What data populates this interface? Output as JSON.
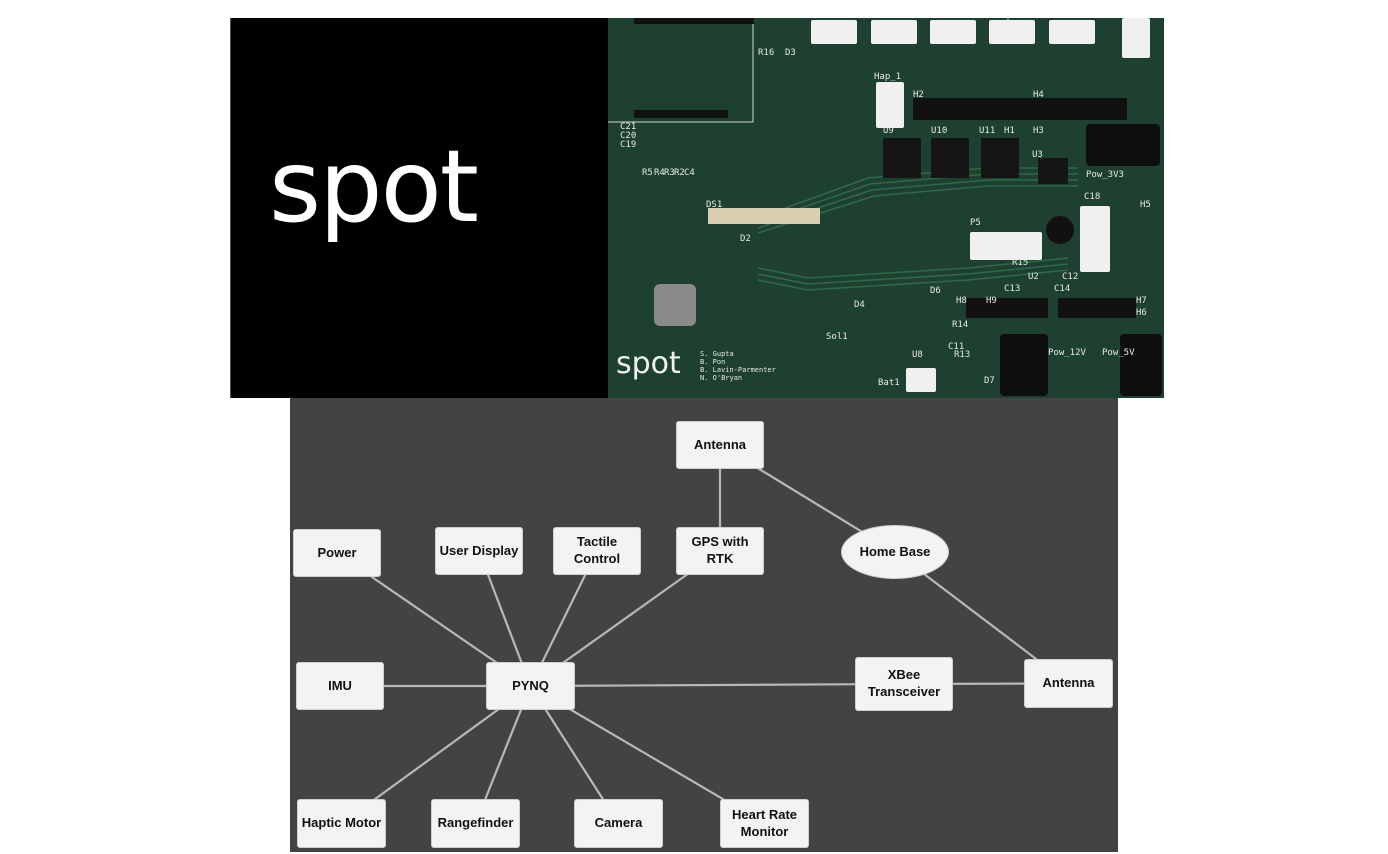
{
  "logo": {
    "text": "spot"
  },
  "pcb": {
    "logo_text": "spot",
    "credits": [
      "S. Gupta",
      "B. Pon",
      "B. Lavin-Parmenter",
      "N. O'Bryan"
    ],
    "labels": [
      "R16",
      "D3",
      "Hap_1",
      "H2",
      "H4",
      "U9",
      "U10",
      "U11",
      "H1",
      "H3",
      "U3",
      "Pow_3V3",
      "C18",
      "H5",
      "DS1",
      "D2",
      "P5",
      "R15",
      "U2",
      "C12",
      "C13",
      "C14",
      "H8",
      "H9",
      "H7",
      "H6",
      "D4",
      "D6",
      "Sol1",
      "R14",
      "R13",
      "C11",
      "U8",
      "Bat1",
      "D7",
      "Pow_12V",
      "Pow_5V",
      "C21",
      "C20",
      "C19",
      "R5",
      "R4",
      "R3",
      "R2",
      "C4"
    ]
  },
  "diagram": {
    "nodes": [
      {
        "id": "antenna_top",
        "label": "Antenna"
      },
      {
        "id": "power",
        "label": "Power"
      },
      {
        "id": "user_display",
        "label": "User Display"
      },
      {
        "id": "tactile",
        "label": "Tactile Control"
      },
      {
        "id": "gps",
        "label": "GPS with RTK"
      },
      {
        "id": "home_base",
        "label": "Home Base"
      },
      {
        "id": "imu",
        "label": "IMU"
      },
      {
        "id": "pynq",
        "label": "PYNQ"
      },
      {
        "id": "xbee",
        "label": "XBee Transceiver"
      },
      {
        "id": "antenna_right",
        "label": "Antenna"
      },
      {
        "id": "haptic",
        "label": "Haptic Motor"
      },
      {
        "id": "rangefinder",
        "label": "Rangefinder"
      },
      {
        "id": "camera",
        "label": "Camera"
      },
      {
        "id": "heart_rate",
        "label": "Heart Rate Monitor"
      }
    ],
    "edges": [
      [
        "antenna_top",
        "gps"
      ],
      [
        "antenna_top",
        "home_base"
      ],
      [
        "home_base",
        "antenna_right"
      ],
      [
        "power",
        "pynq"
      ],
      [
        "user_display",
        "pynq"
      ],
      [
        "tactile",
        "pynq"
      ],
      [
        "gps",
        "pynq"
      ],
      [
        "imu",
        "pynq"
      ],
      [
        "pynq",
        "xbee"
      ],
      [
        "xbee",
        "antenna_right"
      ],
      [
        "haptic",
        "pynq"
      ],
      [
        "rangefinder",
        "pynq"
      ],
      [
        "camera",
        "pynq"
      ],
      [
        "heart_rate",
        "pynq"
      ]
    ],
    "colors": {
      "background": "#434343",
      "node_fill": "#f3f3f3",
      "edge": "#b8b8b8"
    }
  }
}
